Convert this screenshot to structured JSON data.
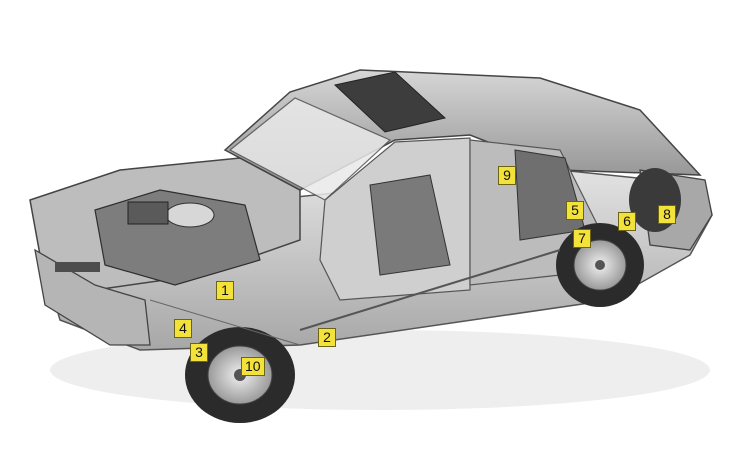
{
  "callouts": [
    "1",
    "2",
    "3",
    "4",
    "5",
    "6",
    "7",
    "8",
    "9",
    "10"
  ],
  "colors": {
    "callout_fill": "#f3e23a",
    "callout_border": "#6b6415",
    "body_light": "#c9c9c9",
    "body_mid": "#9c9c9c",
    "body_dark": "#4a4a4a",
    "tyre": "#2b2b2b"
  }
}
